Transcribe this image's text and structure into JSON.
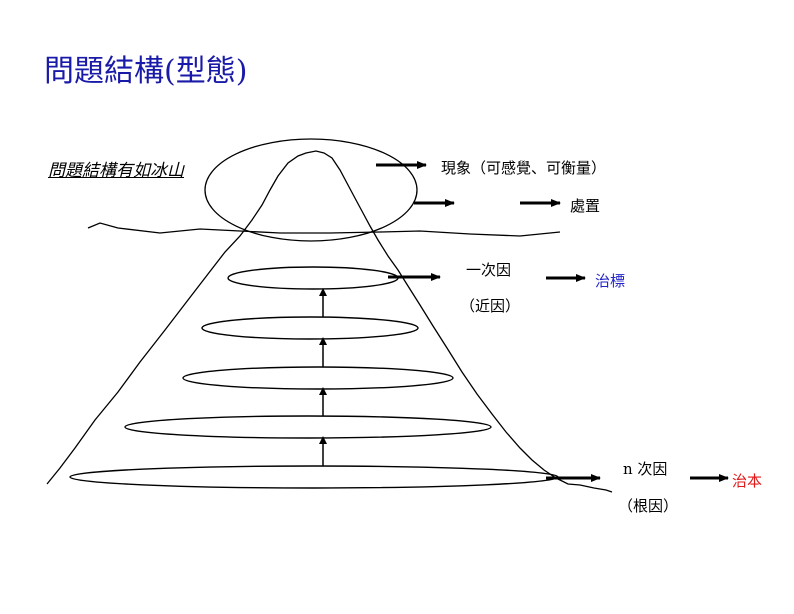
{
  "title": "問題結構(型態)",
  "subtitle": "問題結構有如冰山",
  "labels": {
    "phenomenon": "現象（可感覺、可衡量）",
    "handle": "處置",
    "first_cause": "一次因",
    "near_cause": "（近因）",
    "treat_symptom": "治標",
    "n_cause": "n 次因",
    "root_cause": "（根因）",
    "treat_root": "治本"
  },
  "colors": {
    "title": "#1a1aa8",
    "treat_symptom": "#2323c8",
    "treat_root": "#e01818"
  }
}
